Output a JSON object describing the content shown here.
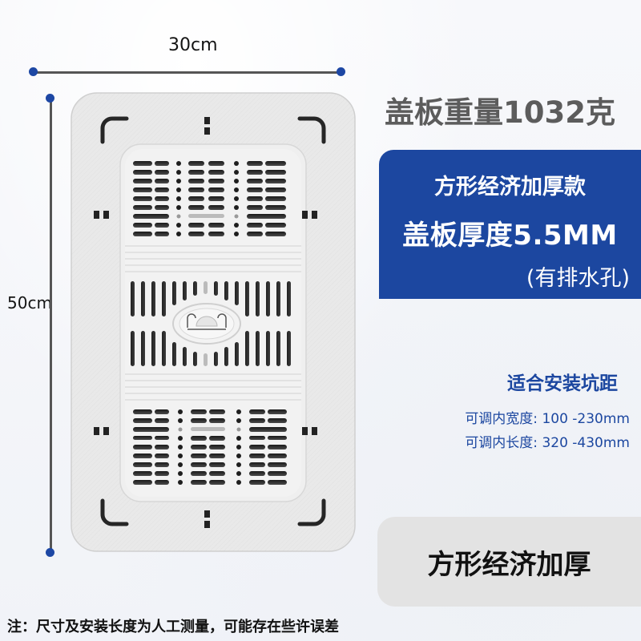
{
  "dimensions": {
    "width_label": "30cm",
    "height_label": "50cm",
    "accent_dot_color": "#1d47a4",
    "line_color": "#555555"
  },
  "product": {
    "weight_title": "盖板重量1032克",
    "image_alt": "white-drainage-cover-plate"
  },
  "blue_panel": {
    "model_line": "方形经济加厚款",
    "thickness_line": "盖板厚度5.5MM",
    "drain_note": "(有排水孔)",
    "background_color": "#1c47a0"
  },
  "fit_spec": {
    "title": "适合安装坑距",
    "width_range": "可调内宽度: 100 -230mm",
    "length_range": "可调内长度: 320 -430mm",
    "text_color": "#1c47a0"
  },
  "variant_button": {
    "label": "方形经济加厚",
    "background_color": "#e3e3e3"
  },
  "footnote": "注：尺寸及安装长度为人工测量，可能存在些许误差"
}
